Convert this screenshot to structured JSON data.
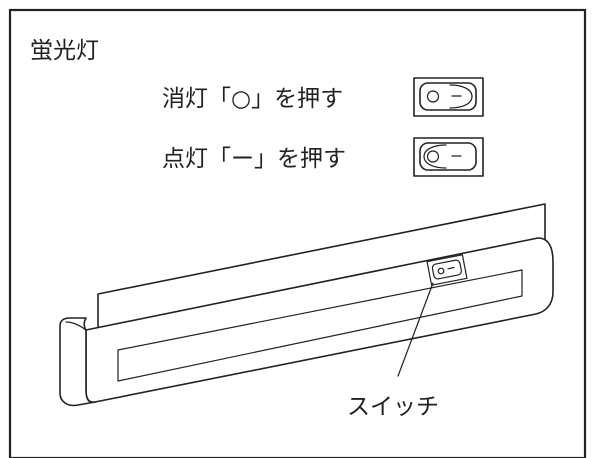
{
  "title": "蛍光灯",
  "instructions": [
    {
      "label": "消灯「○」を押す",
      "switch_state": "off"
    },
    {
      "label": "点灯「ー」を押す",
      "switch_state": "on"
    }
  ],
  "callout": {
    "label": "スイッチ"
  },
  "colors": {
    "ink": "#222222",
    "background": "#ffffff"
  }
}
